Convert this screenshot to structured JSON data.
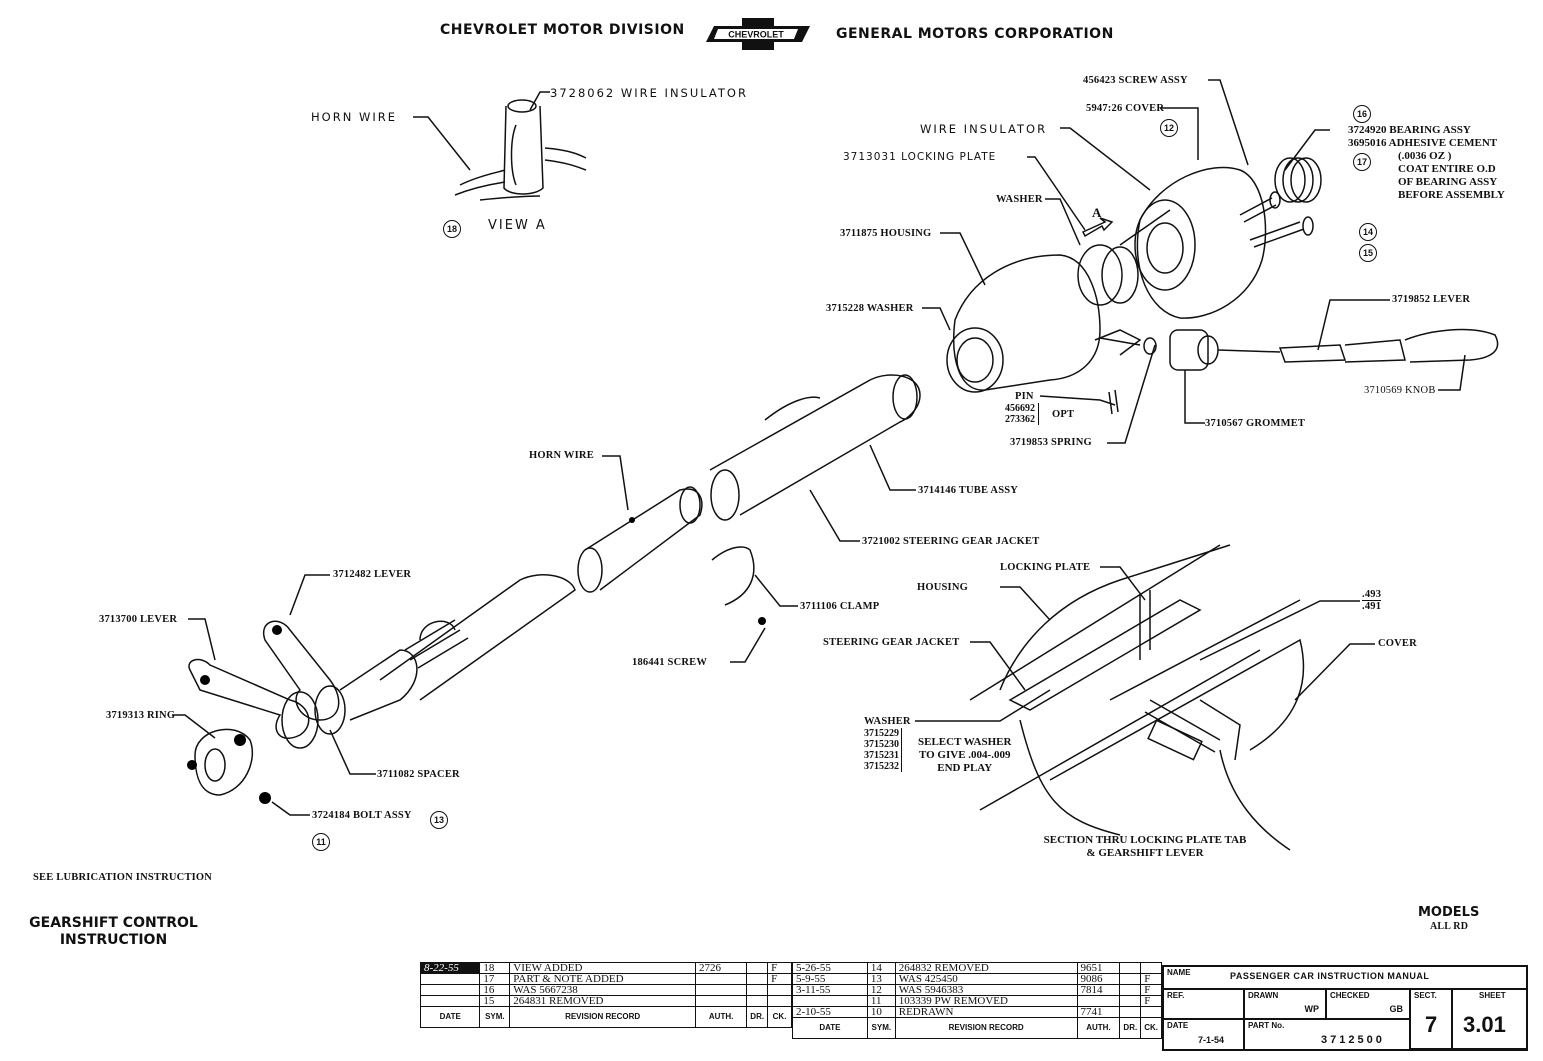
{
  "header": {
    "left": "CHEVROLET MOTOR DIVISION",
    "logo": "CHEVROLET",
    "right": "GENERAL MOTORS CORPORATION"
  },
  "view_a": {
    "insulator": "3728062 WIRE INSULATOR",
    "horn_wire": "HORN WIRE",
    "ref": "18",
    "title": "VIEW A"
  },
  "upper_right": {
    "screw_assy": "456423 SCREW ASSY",
    "cover": "5947:26 COVER",
    "cover_ref": "12",
    "wire_insulator": "WIRE INSULATOR",
    "locking_plate": "3713031 LOCKING PLATE",
    "washer": "WASHER",
    "view_arrow": "A",
    "housing": "3711875 HOUSING",
    "washer2": "3715228 WASHER",
    "bearing_ref1": "16",
    "bearing_ref2": "17",
    "bearing_lines": [
      "3724920 BEARING ASSY",
      "3695016 ADHESIVE CEMENT"
    ],
    "bearing_note": [
      "(.0036 OZ )",
      "COAT ENTIRE O.D",
      "OF BEARING ASSY",
      "BEFORE ASSEMBLY"
    ],
    "ref14": "14",
    "ref15": "15",
    "lever": "3719852 LEVER",
    "knob": "3710569 KNOB",
    "grommet": "3710567 GROMMET",
    "pin": "PIN",
    "pin_parts": [
      "456692",
      "273362"
    ],
    "pin_opt": "OPT",
    "spring": "3719853 SPRING"
  },
  "middle": {
    "tube_assy": "3714146 TUBE ASSY",
    "horn_wire": "HORN WIRE",
    "jacket": "3721002 STEERING GEAR JACKET",
    "clamp": "3711106 CLAMP",
    "screw": "186441 SCREW"
  },
  "lower_left": {
    "lever1": "3712482 LEVER",
    "lever2": "3713700 LEVER",
    "ring": "3719313 RING",
    "spacer": "3711082 SPACER",
    "bolt": "3724184 BOLT ASSY",
    "bolt_ref": "13",
    "bolt_ref2": "11"
  },
  "section": {
    "locking_plate": "LOCKING PLATE",
    "housing": "HOUSING",
    "jacket": "STEERING GEAR JACKET",
    "dim_top": ".493",
    "dim_bottom": ".491",
    "cover": "COVER",
    "washer": "WASHER",
    "washer_parts": [
      "3715229",
      "3715230",
      "3715231",
      "3715232"
    ],
    "washer_note": [
      "SELECT WASHER",
      "TO GIVE .004-.009",
      "END PLAY"
    ],
    "caption": [
      "SECTION THRU LOCKING PLATE TAB",
      "& GEARSHIFT LEVER"
    ]
  },
  "footer": {
    "lube": "SEE LUBRICATION INSTRUCTION",
    "title": [
      "GEARSHIFT CONTROL",
      "INSTRUCTION"
    ],
    "models_label": "MODELS",
    "models_value": "ALL RD"
  },
  "revision_left": {
    "rows": [
      {
        "date": "8-22-55",
        "sym": "18",
        "record": "VIEW ADDED",
        "auth": "2726",
        "dr": "",
        "ck": "F"
      },
      {
        "date": "",
        "sym": "17",
        "record": "PART & NOTE ADDED",
        "auth": "",
        "dr": "",
        "ck": "F"
      },
      {
        "date": "",
        "sym": "16",
        "record": "WAS 5667238",
        "auth": "",
        "dr": "",
        "ck": ""
      },
      {
        "date": "",
        "sym": "15",
        "record": "264831 REMOVED",
        "auth": "",
        "dr": "",
        "ck": ""
      }
    ],
    "headers": [
      "DATE",
      "SYM.",
      "REVISION RECORD",
      "AUTH.",
      "DR.",
      "CK."
    ]
  },
  "revision_right": {
    "rows": [
      {
        "date": "5-26-55",
        "sym": "14",
        "record": "264832 REMOVED",
        "auth": "9651",
        "dr": "",
        "ck": ""
      },
      {
        "date": "5-9-55",
        "sym": "13",
        "record": "WAS 425450",
        "auth": "9086",
        "dr": "",
        "ck": "F"
      },
      {
        "date": "3-11-55",
        "sym": "12",
        "record": "WAS 5946383",
        "auth": "7814",
        "dr": "",
        "ck": "F"
      },
      {
        "date": "",
        "sym": "11",
        "record": "103339 PW REMOVED",
        "auth": "",
        "dr": "",
        "ck": "F"
      },
      {
        "date": "2-10-55",
        "sym": "10",
        "record": "REDRAWN",
        "auth": "7741",
        "dr": "",
        "ck": ""
      }
    ],
    "headers": [
      "DATE",
      "SYM.",
      "REVISION RECORD",
      "AUTH.",
      "DR.",
      "CK."
    ]
  },
  "title_block": {
    "name_label": "NAME",
    "name_value": "PASSENGER CAR INSTRUCTION MANUAL",
    "ref_label": "REF.",
    "drawn_label": "DRAWN",
    "drawn_value": "WP",
    "checked_label": "CHECKED",
    "checked_value": "GB",
    "sect_label": "SECT.",
    "sect_value": "7",
    "sheet_label": "SHEET",
    "sheet_value": "3.01",
    "date_label": "DATE",
    "date_value": "7-1-54",
    "part_label": "PART No.",
    "part_value": "3712500"
  }
}
